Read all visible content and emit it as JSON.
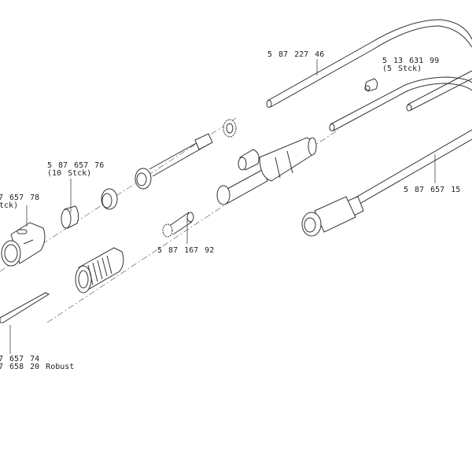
{
  "labels": {
    "cable_tube": "5 87 227 46",
    "clip": "5 13 631 99",
    "clip_qty": "(5 Stck)",
    "cable": "5 87 657 15",
    "cap": "5 87 657 76",
    "cap_qty": "(10 Stck)",
    "nozzle": "7 657 78",
    "nozzle_qty": "Stck)",
    "sleeve": "5 87 167 92",
    "electrode": "7 657 74",
    "electrode_robust": "7 658 20 Robust"
  }
}
